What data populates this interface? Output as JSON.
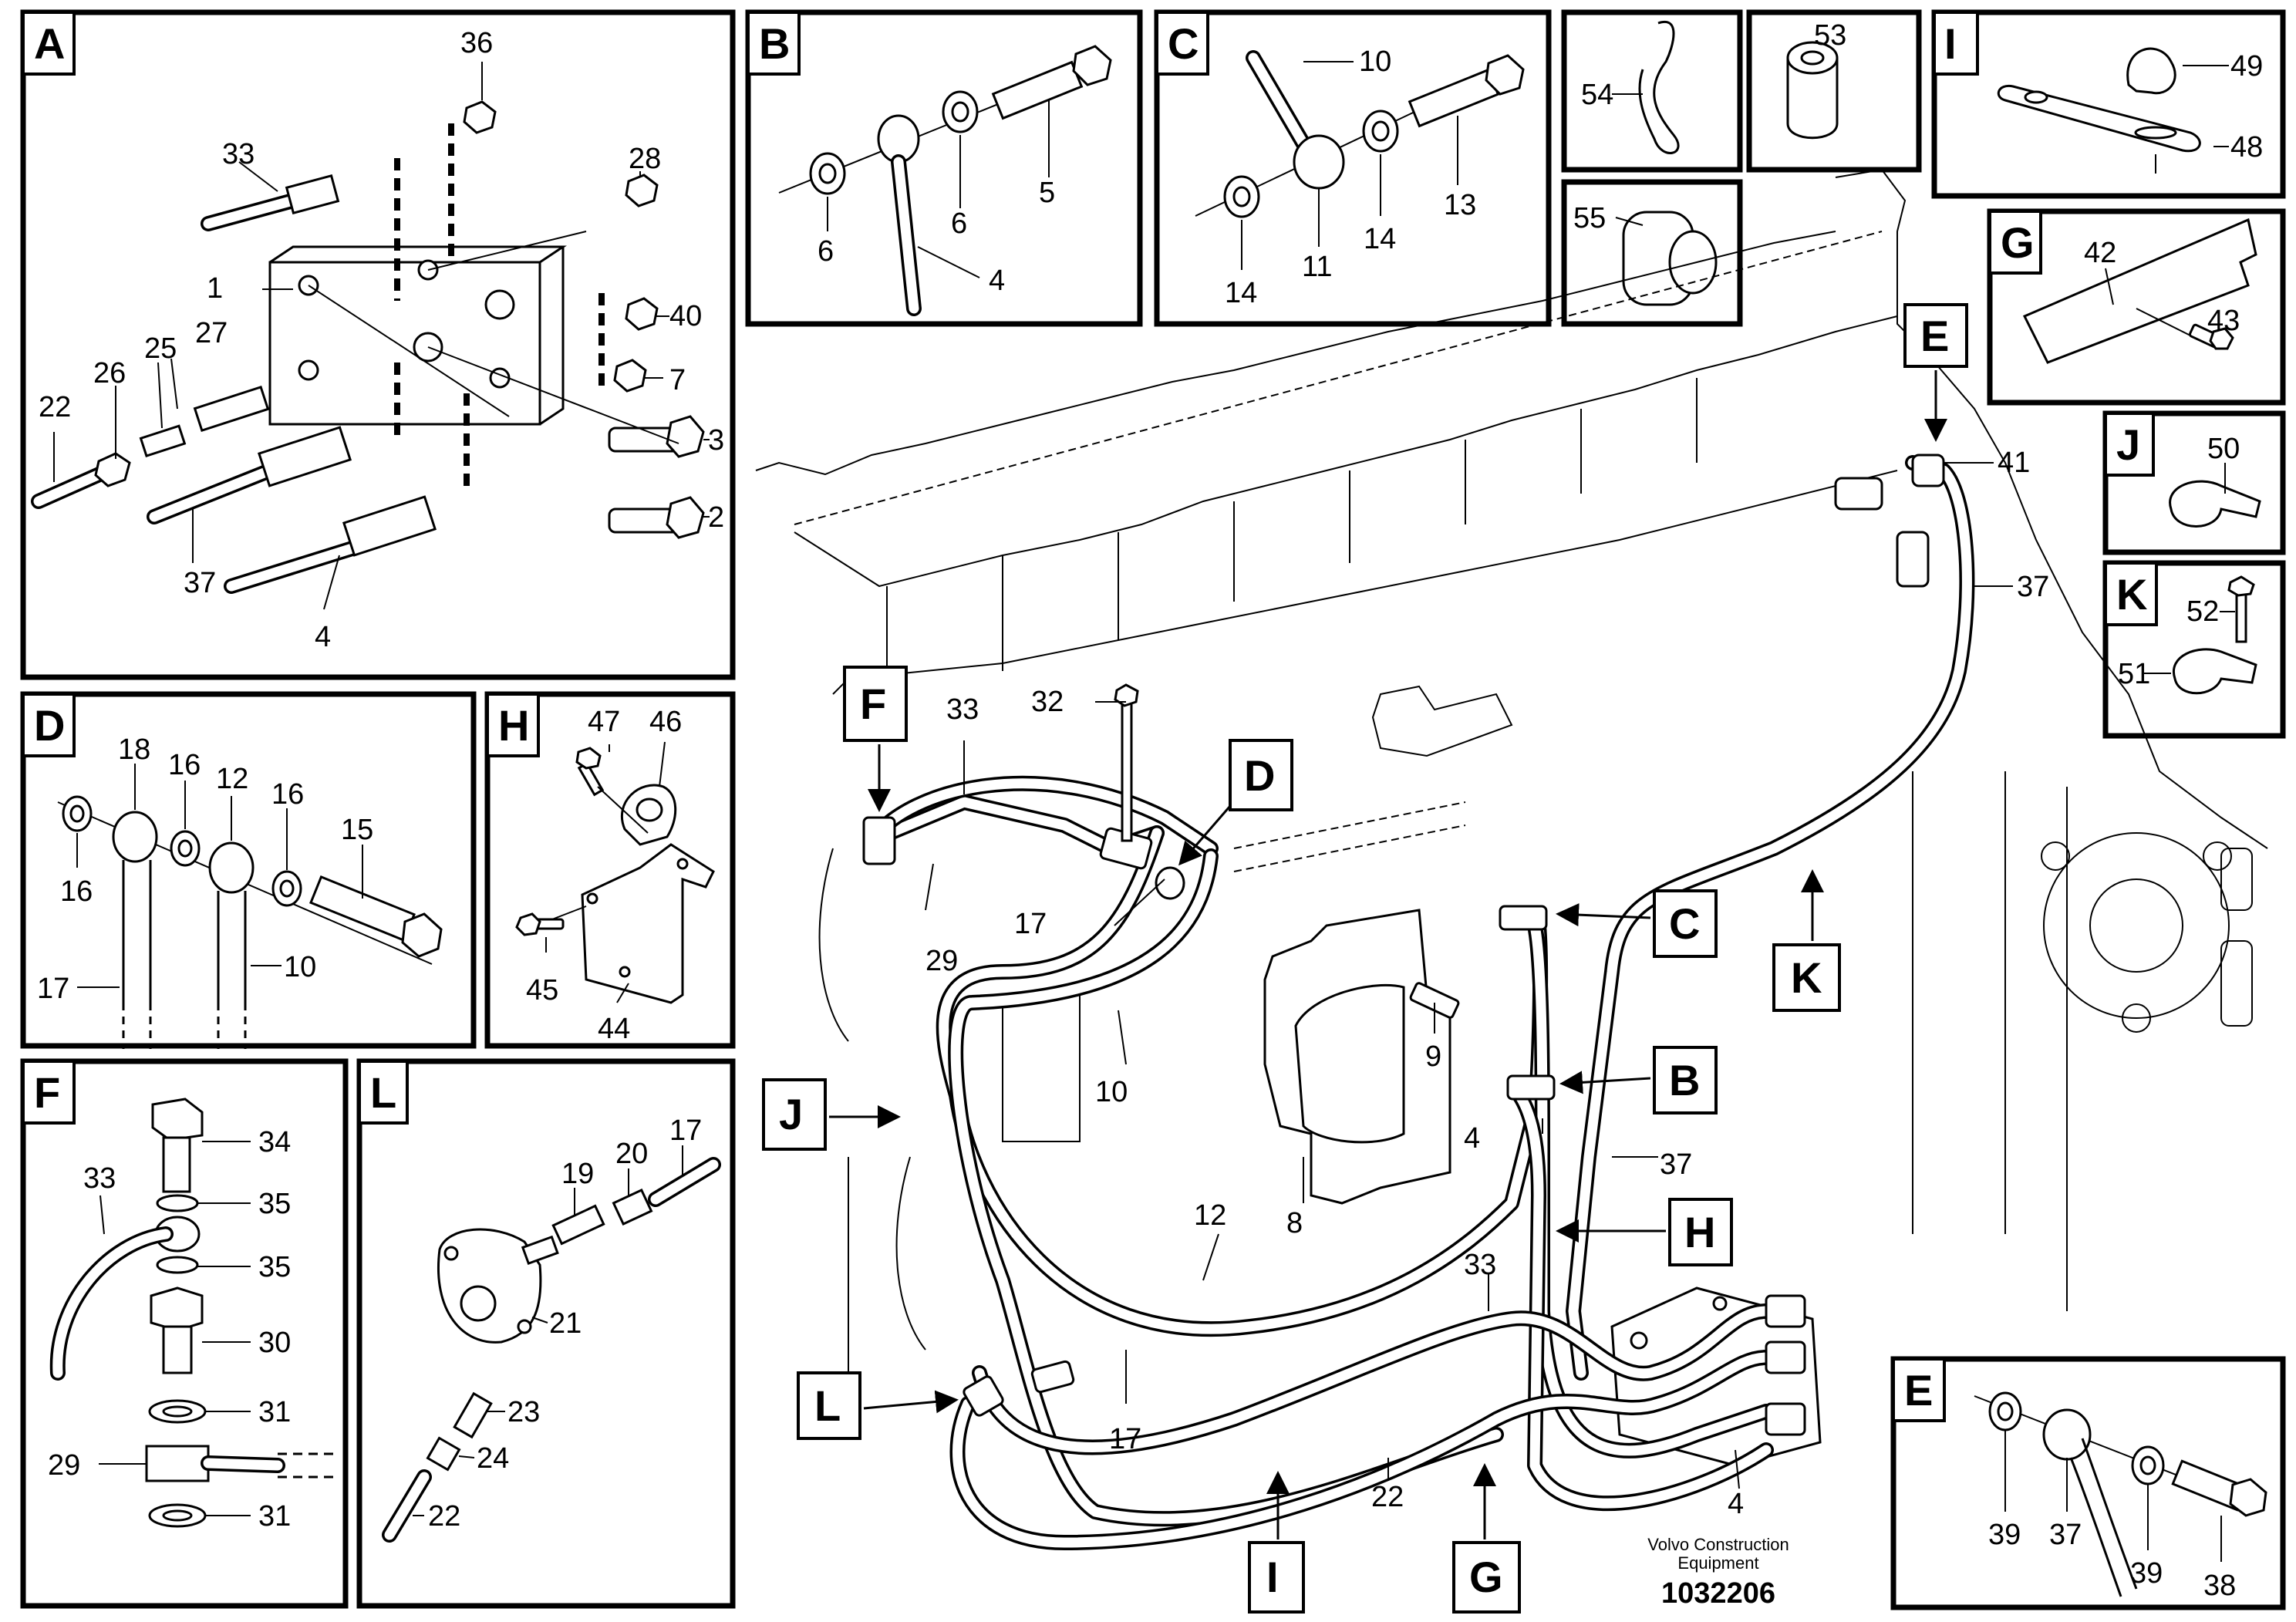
{
  "diagram": {
    "detail_letters": [
      "A",
      "B",
      "C",
      "D",
      "E",
      "F",
      "G",
      "H",
      "I",
      "J",
      "K",
      "L"
    ],
    "panel_A": {
      "letter": "A",
      "callouts": [
        "36",
        "33",
        "28",
        "1",
        "40",
        "27",
        "25",
        "26",
        "22",
        "7",
        "3",
        "2",
        "37",
        "4"
      ]
    },
    "panel_B": {
      "letter": "B",
      "callouts": [
        "6",
        "6",
        "5",
        "4"
      ]
    },
    "panel_C": {
      "letter": "C",
      "callouts": [
        "10",
        "14",
        "11",
        "14",
        "13"
      ]
    },
    "panel_54": {
      "callouts": [
        "54"
      ]
    },
    "panel_53": {
      "callouts": [
        "53"
      ]
    },
    "panel_55": {
      "callouts": [
        "55"
      ]
    },
    "panel_I": {
      "letter": "I",
      "callouts": [
        "49",
        "48"
      ]
    },
    "panel_G": {
      "letter": "G",
      "callouts": [
        "42",
        "43"
      ]
    },
    "panel_J": {
      "letter": "J",
      "callouts": [
        "50"
      ]
    },
    "panel_K": {
      "letter": "K",
      "callouts": [
        "52",
        "51"
      ]
    },
    "panel_D": {
      "letter": "D",
      "callouts": [
        "18",
        "16",
        "12",
        "16",
        "15",
        "16",
        "17",
        "10"
      ]
    },
    "panel_H": {
      "letter": "H",
      "callouts": [
        "47",
        "46",
        "45",
        "44"
      ]
    },
    "panel_F": {
      "letter": "F",
      "callouts": [
        "34",
        "35",
        "35",
        "33",
        "30",
        "31",
        "29",
        "31"
      ]
    },
    "panel_L": {
      "letter": "L",
      "callouts": [
        "17",
        "20",
        "19",
        "21",
        "23",
        "24",
        "22"
      ]
    },
    "panel_E": {
      "letter": "E",
      "callouts": [
        "39",
        "37",
        "39",
        "38"
      ]
    },
    "main": {
      "callouts": [
        "41",
        "37",
        "33",
        "32",
        "29",
        "17",
        "10",
        "9",
        "8",
        "12",
        "4",
        "37",
        "33",
        "17",
        "22",
        "4"
      ],
      "pointer_letters": [
        "F",
        "D",
        "E",
        "C",
        "K",
        "J",
        "B",
        "H",
        "L",
        "I",
        "G"
      ]
    },
    "footer": {
      "company_line1": "Volvo Construction",
      "company_line2": "Equipment",
      "doc_number": "1032206"
    }
  }
}
